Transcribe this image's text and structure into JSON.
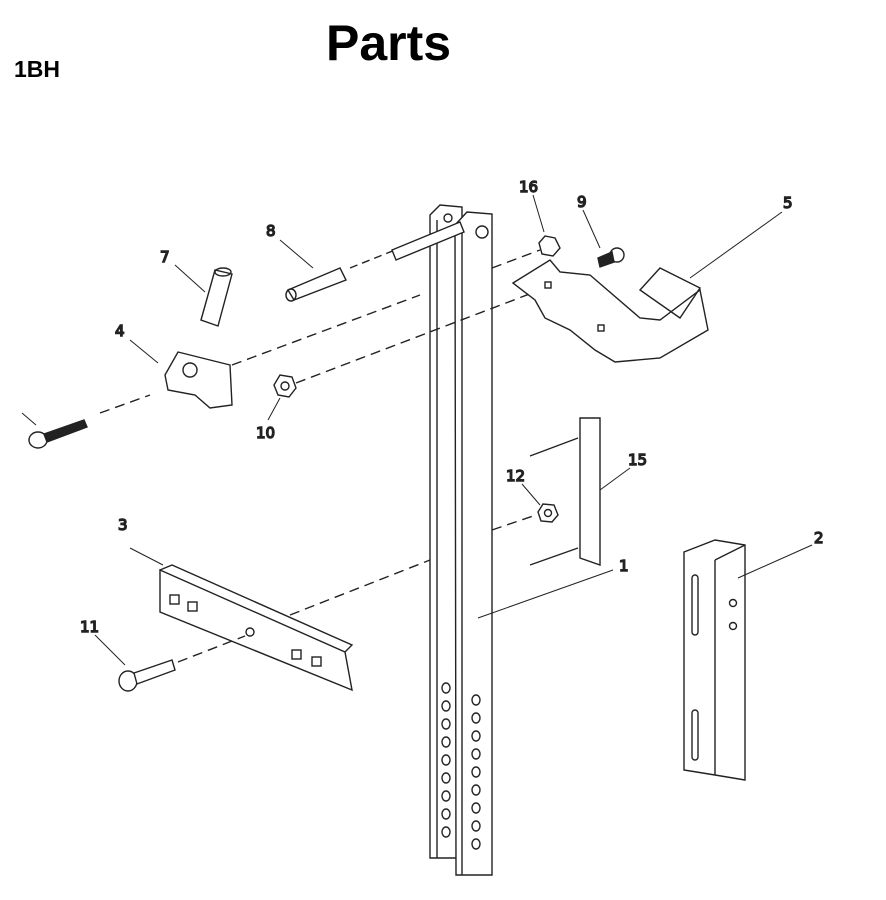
{
  "header": {
    "model": "1BH",
    "title": "Parts"
  },
  "diagram": {
    "callouts": [
      {
        "id": "p16",
        "label": "16"
      },
      {
        "id": "p9",
        "label": "9"
      },
      {
        "id": "p5",
        "label": "5"
      },
      {
        "id": "p8",
        "label": "8"
      },
      {
        "id": "p7",
        "label": "7"
      },
      {
        "id": "p4",
        "label": "4"
      },
      {
        "id": "p10",
        "label": "10"
      },
      {
        "id": "p12a",
        "label": "12"
      },
      {
        "id": "p15",
        "label": "15"
      },
      {
        "id": "p12b",
        "label": "12"
      },
      {
        "id": "p3",
        "label": "3"
      },
      {
        "id": "p1",
        "label": "1"
      },
      {
        "id": "p2",
        "label": "2"
      },
      {
        "id": "p11",
        "label": "11"
      }
    ]
  }
}
